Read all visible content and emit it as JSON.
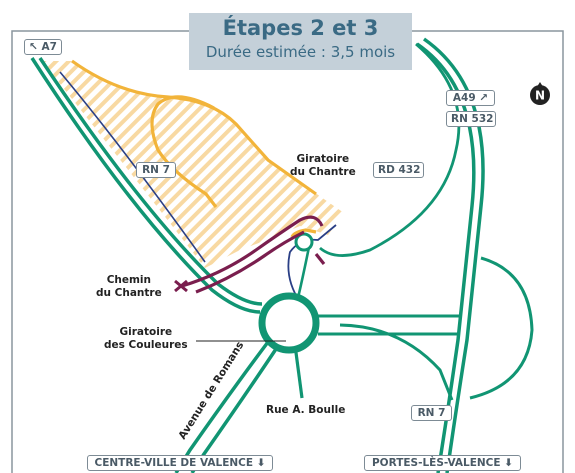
{
  "title": "Étapes 2 et 3",
  "subtitle": "Durée estimée : 3,5 mois",
  "north_label": "N",
  "roads": {
    "a7": "↖ A7",
    "rn7_top": "RN 7",
    "rd432": "RD 432",
    "a49": "A49 ↗",
    "rn532": "RN 532",
    "rn7_bottom": "RN 7",
    "centre_ville": "CENTRE-VILLE DE VALENCE ⬇",
    "portes": "PORTES-LÈS-VALENCE ⬇"
  },
  "places": {
    "giratoire_chantre_1": "Giratoire",
    "giratoire_chantre_2": "du Chantre",
    "chemin_chantre_1": "Chemin",
    "chemin_chantre_2": "du Chantre",
    "giratoire_couleures_1": "Giratoire",
    "giratoire_couleures_2": "des Couleures",
    "rue_boulle": "Rue A. Boulle",
    "avenue_romans": "Avenue de Romans"
  },
  "colors": {
    "road_green": "#119573",
    "hatch_orange": "#f2b43a",
    "works_purple": "#7a1e4e",
    "ramp_navy": "#2a3f86",
    "title_bg": "#c4d0d9",
    "title_text": "#3a6a84",
    "frame_gray": "#8a969e"
  }
}
